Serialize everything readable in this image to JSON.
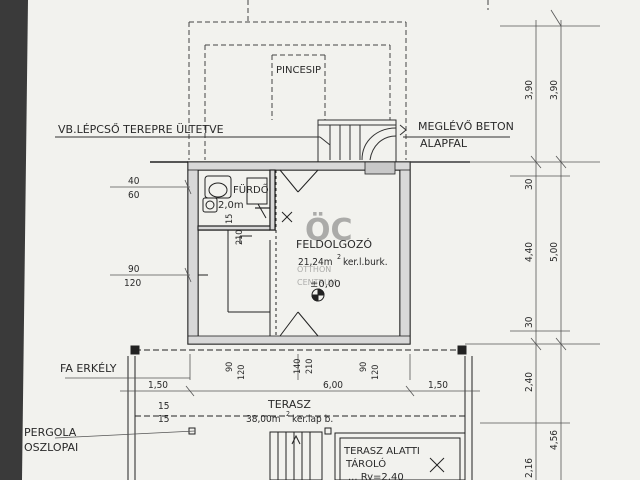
{
  "labels": {
    "pincesip": "PINCESIP",
    "vb_lepcso": "VB.LÉPCSŐ TEREPRE ÜLTETVE",
    "meglevo_beton": "MEGLÉVŐ BETON",
    "alapfal": "ALAPFAL",
    "furdo": "FÜRDŐ",
    "furdo_area": "2,0m",
    "feldolgozo": "FELDOLGOZÓ",
    "feldolgozo_area": "21,24m",
    "feldolgozo_area_sup": "2",
    "feldolgozo_floor": "ker.l.burk.",
    "level": "±0,00",
    "fa_erkely": "FA ERKÉLY",
    "terasz": "TERASZ",
    "terasz_area": "38,00m",
    "terasz_area_sup": "2",
    "terasz_floor": "ker.lap b.",
    "pergola": "PERGOLA",
    "oszlopai": "OSZLOPAI",
    "terasz_alatti": "TERASZ ALATTI",
    "tarolo": "TÁROLÓ",
    "tarolo_partial": "... Ry=2,40"
  },
  "watermark": {
    "logo": "ÖC",
    "line1": "OTTHON",
    "line2": "CENTRUM"
  },
  "dimensions": {
    "left": {
      "d1_top": "40",
      "d1_bot": "60",
      "d2_top": "90",
      "d2_bot": "120",
      "d3_top": "15",
      "d3_bot": "15",
      "d4": "1,50"
    },
    "interior": {
      "door_top": "15",
      "door_bot": "210"
    },
    "bottom": {
      "a_top": "90",
      "a_bot": "120",
      "b_top": "140",
      "b_bot": "210",
      "c_top": "90",
      "c_bot": "120",
      "overall": "6,00",
      "right_ext": "1,50"
    },
    "right_inner": [
      "3,90",
      "30",
      "4,40",
      "30",
      "2,40",
      "2,16"
    ],
    "right_outer": [
      "3,90",
      "5,00",
      "4,56"
    ]
  },
  "colors": {
    "paper": "#f4f4f0",
    "line": "#2a2a2a",
    "dim": "#555555",
    "wall_fill": "#dedede"
  }
}
